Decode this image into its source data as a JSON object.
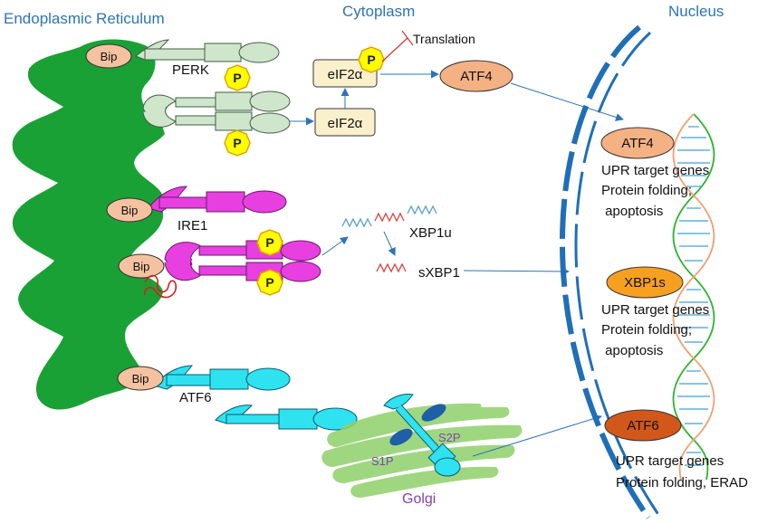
{
  "regions": {
    "er": "Endoplasmic Reticulum",
    "cytoplasm": "Cytoplasm",
    "nucleus": "Nucleus"
  },
  "sensors": {
    "perk": "PERK",
    "ire1": "IRE1",
    "atf6": "ATF6",
    "bip": "Bip",
    "phospho": "P"
  },
  "cytoplasm": {
    "eif2a": "eIF2α",
    "translation": "Translation",
    "atf4": "ATF4",
    "xbp1u": "XBP1u",
    "sxbp1": "sXBP1"
  },
  "golgi": {
    "label": "Golgi",
    "s1p": "S1P",
    "s2p": "S2P"
  },
  "nucleus": {
    "tf": [
      {
        "name": "ATF4",
        "lines": [
          "UPR target genes",
          "Protein folding;",
          " apoptosis"
        ]
      },
      {
        "name": "XBP1s",
        "lines": [
          "UPR target genes",
          "Protein folding;",
          " apoptosis"
        ]
      },
      {
        "name": "ATF6",
        "lines": [
          "UPR target genes",
          "Protein folding, ERAD"
        ]
      }
    ]
  },
  "colors": {
    "er": "#1aa135",
    "bip": "#f4c2a0",
    "perk": "#cfe5cc",
    "ire1": "#e73fe0",
    "atf6": "#2fe2f0",
    "phospho": "#ffff00",
    "eif2a_box": "#fbf0cc",
    "atf4_pill": "#f4b183",
    "xbp1s_pill": "#f7a020",
    "atf6_pill": "#d2571b",
    "nucleus_edge": "#1f6fb8",
    "golgi": "#8fd16a"
  }
}
